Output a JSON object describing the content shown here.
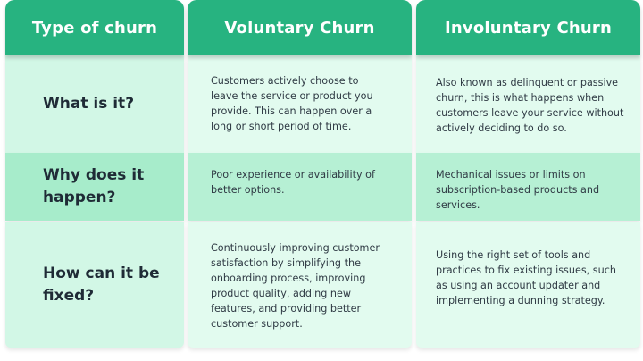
{
  "headers": {
    "type": "Type of churn",
    "voluntary": "Voluntary Churn",
    "involuntary": "Involuntary Churn"
  },
  "rows": [
    {
      "question": "What is it?",
      "voluntary": "Customers actively choose to leave the service or product you provide. This can happen over a long or short period of time.",
      "involuntary": "Also known as delinquent or passive churn, this is what happens when customers leave your service without actively deciding to do so."
    },
    {
      "question": "Why does it happen?",
      "voluntary": "Poor experience or availability of better options.",
      "involuntary": "Mechanical issues or limits on subscription-based products and services."
    },
    {
      "question": "How can it be fixed?",
      "voluntary": "Continuously improving customer satisfaction by simplifying the onboarding process, improving product quality, adding new features, and providing better customer support.",
      "involuntary": "Using the right set of tools and practices to fix existing issues, such as using an account updater and implementing a dunning strategy."
    }
  ],
  "colors": {
    "header": "#27b380",
    "row_light": "#e2fbef",
    "row_dark": "#b6f0d4",
    "label_text": "#1f2b36"
  }
}
